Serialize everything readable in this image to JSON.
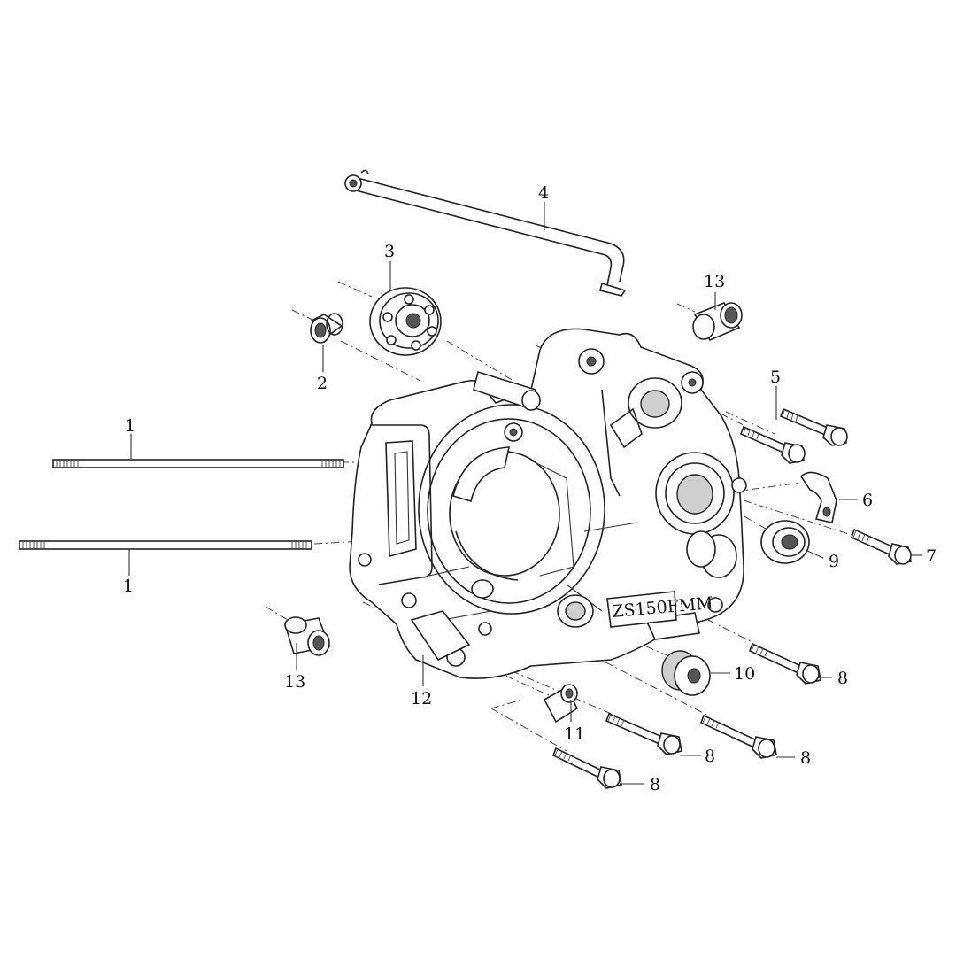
{
  "callouts": [
    {
      "id": "c1a",
      "text": "1"
    },
    {
      "id": "c1b",
      "text": "1"
    },
    {
      "id": "c2",
      "text": "2"
    },
    {
      "id": "c3",
      "text": "3"
    },
    {
      "id": "c4",
      "text": "4"
    },
    {
      "id": "c5",
      "text": "5"
    },
    {
      "id": "c6",
      "text": "6"
    },
    {
      "id": "c7",
      "text": "7"
    },
    {
      "id": "c8a",
      "text": "8"
    },
    {
      "id": "c8b",
      "text": "8"
    },
    {
      "id": "c8c",
      "text": "8"
    },
    {
      "id": "c8d",
      "text": "8"
    },
    {
      "id": "c9",
      "text": "9"
    },
    {
      "id": "c10",
      "text": "10"
    },
    {
      "id": "c11",
      "text": "11"
    },
    {
      "id": "c12",
      "text": "12"
    },
    {
      "id": "c13a",
      "text": "13"
    },
    {
      "id": "c13b",
      "text": "13"
    }
  ],
  "engine_stamp": "ZS150FMM"
}
